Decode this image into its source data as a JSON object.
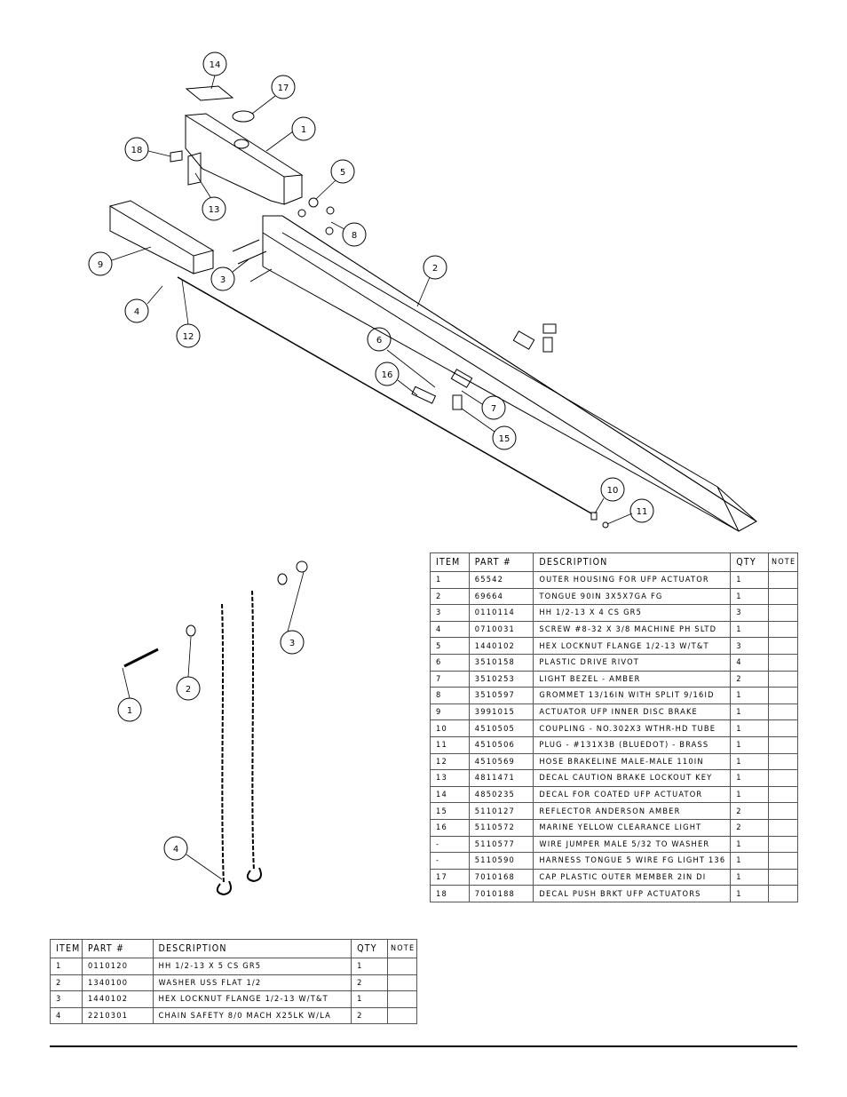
{
  "headers": {
    "item": "ITEM",
    "part": "PART #",
    "description": "DESCRIPTION",
    "qty": "QTY",
    "note": "NOTE"
  },
  "main_parts": [
    {
      "item": "1",
      "part": "65542",
      "description": "OUTER HOUSING FOR UFP ACTUATOR",
      "qty": "1",
      "note": ""
    },
    {
      "item": "2",
      "part": "69664",
      "description": "TONGUE 90IN 3X5X7GA FG",
      "qty": "1",
      "note": ""
    },
    {
      "item": "3",
      "part": "0110114",
      "description": "HH 1/2-13 X 4 CS GR5",
      "qty": "3",
      "note": ""
    },
    {
      "item": "4",
      "part": "0710031",
      "description": "SCREW #8-32 X 3/8 MACHINE PH SLTD",
      "qty": "1",
      "note": ""
    },
    {
      "item": "5",
      "part": "1440102",
      "description": "HEX LOCKNUT FLANGE 1/2-13 W/T&T",
      "qty": "3",
      "note": ""
    },
    {
      "item": "6",
      "part": "3510158",
      "description": "PLASTIC DRIVE RIVOT",
      "qty": "4",
      "note": ""
    },
    {
      "item": "7",
      "part": "3510253",
      "description": "LIGHT BEZEL - AMBER",
      "qty": "2",
      "note": ""
    },
    {
      "item": "8",
      "part": "3510597",
      "description": "GROMMET 13/16IN  WITH SPLIT 9/16ID",
      "qty": "1",
      "note": ""
    },
    {
      "item": "9",
      "part": "3991015",
      "description": "ACTUATOR UFP INNER  DISC BRAKE",
      "qty": "1",
      "note": ""
    },
    {
      "item": "10",
      "part": "4510505",
      "description": "COUPLING - NO.302X3 WTHR-HD TUBE",
      "qty": "1",
      "note": ""
    },
    {
      "item": "11",
      "part": "4510506",
      "description": "PLUG - #131X3B (BLUEDOT) - BRASS",
      "qty": "1",
      "note": ""
    },
    {
      "item": "12",
      "part": "4510569",
      "description": "HOSE BRAKELINE MALE-MALE 110IN",
      "qty": "1",
      "note": ""
    },
    {
      "item": "13",
      "part": "4811471",
      "description": "DECAL CAUTION BRAKE LOCKOUT KEY",
      "qty": "1",
      "note": ""
    },
    {
      "item": "14",
      "part": "4850235",
      "description": "DECAL FOR COATED UFP ACTUATOR",
      "qty": "1",
      "note": ""
    },
    {
      "item": "15",
      "part": "5110127",
      "description": "REFLECTOR ANDERSON AMBER",
      "qty": "2",
      "note": ""
    },
    {
      "item": "16",
      "part": "5110572",
      "description": "MARINE YELLOW CLEARANCE LIGHT",
      "qty": "2",
      "note": ""
    },
    {
      "item": "-",
      "part": "5110577",
      "description": "WIRE JUMPER MALE 5/32 TO WASHER",
      "qty": "1",
      "note": ""
    },
    {
      "item": "-",
      "part": "5110590",
      "description": "HARNESS TONGUE 5 WIRE FG LIGHT 136",
      "qty": "1",
      "note": ""
    },
    {
      "item": "17",
      "part": "7010168",
      "description": "CAP  PLASTIC OUTER MEMBER 2IN DI",
      "qty": "1",
      "note": ""
    },
    {
      "item": "18",
      "part": "7010188",
      "description": "DECAL PUSH BRKT UFP ACTUATORS",
      "qty": "1",
      "note": ""
    }
  ],
  "hardware_parts": [
    {
      "item": "1",
      "part": "0110120",
      "description": "HH 1/2-13 X 5 CS GR5",
      "qty": "1",
      "note": ""
    },
    {
      "item": "2",
      "part": "1340100",
      "description": "WASHER USS FLAT 1/2",
      "qty": "2",
      "note": ""
    },
    {
      "item": "3",
      "part": "1440102",
      "description": "HEX LOCKNUT FLANGE 1/2-13 W/T&T",
      "qty": "1",
      "note": ""
    },
    {
      "item": "4",
      "part": "2210301",
      "description": "CHAIN SAFETY 8/0 MACH X25LK W/LA",
      "qty": "2",
      "note": ""
    }
  ],
  "upper_balloons": [
    "14",
    "17",
    "1",
    "18",
    "13",
    "5",
    "8",
    "9",
    "3",
    "2",
    "4",
    "12",
    "6",
    "16",
    "7",
    "15",
    "10",
    "11"
  ],
  "lower_balloons": [
    "3",
    "2",
    "1",
    "4"
  ]
}
